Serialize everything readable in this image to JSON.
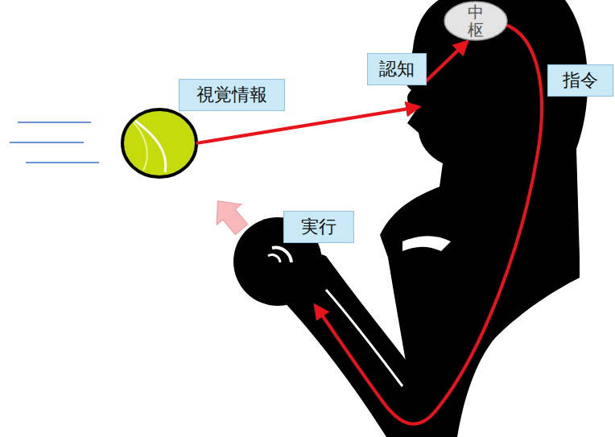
{
  "diagram": {
    "nodes": [
      {
        "text": [
          "中 枢"
        ]
      },
      {
        "text": [
          "認知"
        ]
      },
      {
        "text": [
          "指令"
        ]
      },
      {
        "text": [
          "視覚情報"
        ]
      },
      {
        "text": [
          "実行"
        ]
      }
    ]
  }
}
